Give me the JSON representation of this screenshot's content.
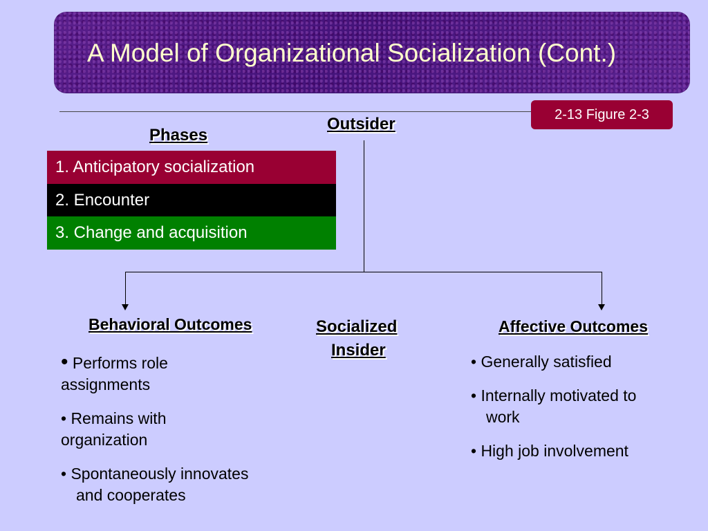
{
  "title": "A Model of Organizational Socialization (Cont.)",
  "figure_label": "2-13 Figure 2-3",
  "outsider": "Outsider",
  "phases": {
    "heading": "Phases",
    "items": [
      {
        "label": "1. Anticipatory socialization",
        "color": "#990033"
      },
      {
        "label": "2. Encounter",
        "color": "#000000"
      },
      {
        "label": "3. Change and acquisition",
        "color": "#008000"
      }
    ]
  },
  "behavioral": {
    "heading": "Behavioral Outcomes",
    "items": [
      {
        "line1": "Performs role",
        "line2": "assignments"
      },
      {
        "line1": "• Remains with",
        "line2": "organization"
      },
      {
        "line1": "• Spontaneously innovates",
        "line2": "and cooperates"
      }
    ]
  },
  "socialized": {
    "line1": "Socialized",
    "line2": "Insider"
  },
  "affective": {
    "heading": "Affective Outcomes",
    "items": [
      {
        "line1": "• Generally satisfied"
      },
      {
        "line1": "• Internally motivated to",
        "line2": "work"
      },
      {
        "line1": "• High job involvement"
      }
    ]
  },
  "colors": {
    "background": "#ccccff",
    "banner": "#4b1a80",
    "title_text": "#ffffcc",
    "badge": "#990033"
  }
}
